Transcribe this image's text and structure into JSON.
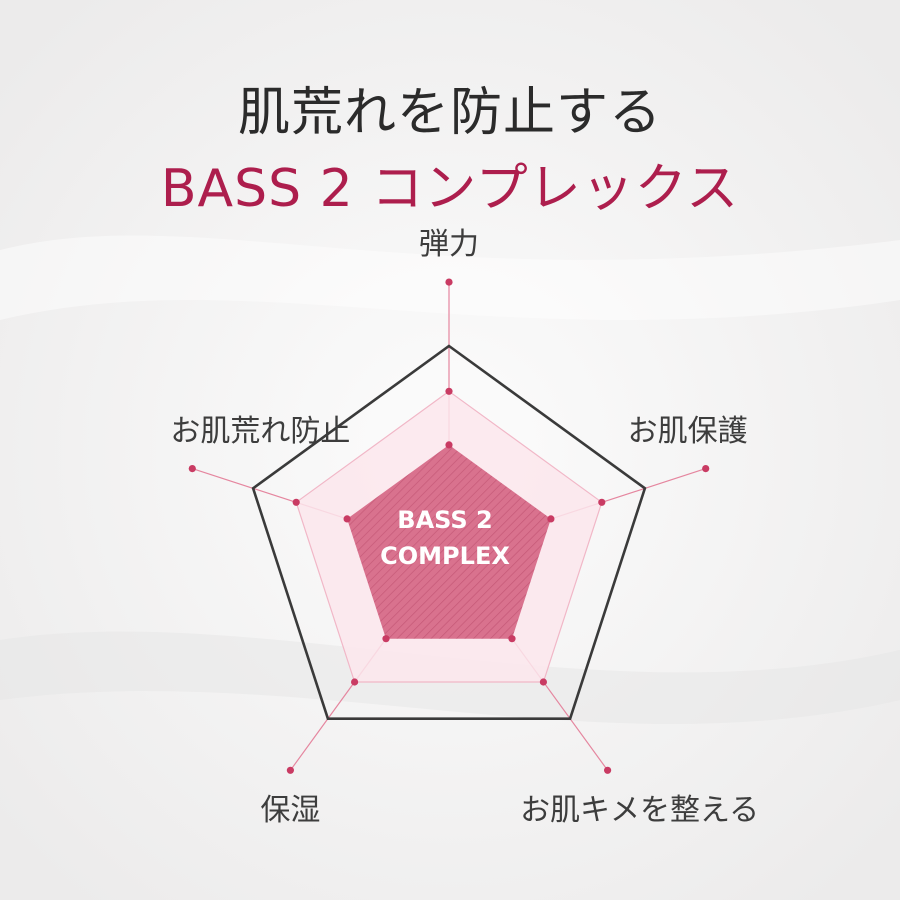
{
  "title": {
    "line1": "肌荒れを防止する",
    "line2": "BASS 2 コンプレックス"
  },
  "radar": {
    "center_label_line1": "BASS 2",
    "center_label_line2": "COMPLEX",
    "axes": [
      {
        "label": "弾力",
        "value": 0.52
      },
      {
        "label": "お肌保護",
        "value": 0.52
      },
      {
        "label": "お肌キメを整える",
        "value": 0.52
      },
      {
        "label": "保湿",
        "value": 0.52
      },
      {
        "label": "お肌荒れ防止",
        "value": 0.52
      }
    ],
    "inner_ring_level": 0.78,
    "colors": {
      "title_accent": "#ad1e4d",
      "outline": "#3a3a3a",
      "data_fill": "#d9728e",
      "ring_fill": "#fbe6ec",
      "ring_stroke": "#f1b7c7",
      "spoke": "#e5869f",
      "dot": "#c93b63"
    }
  }
}
